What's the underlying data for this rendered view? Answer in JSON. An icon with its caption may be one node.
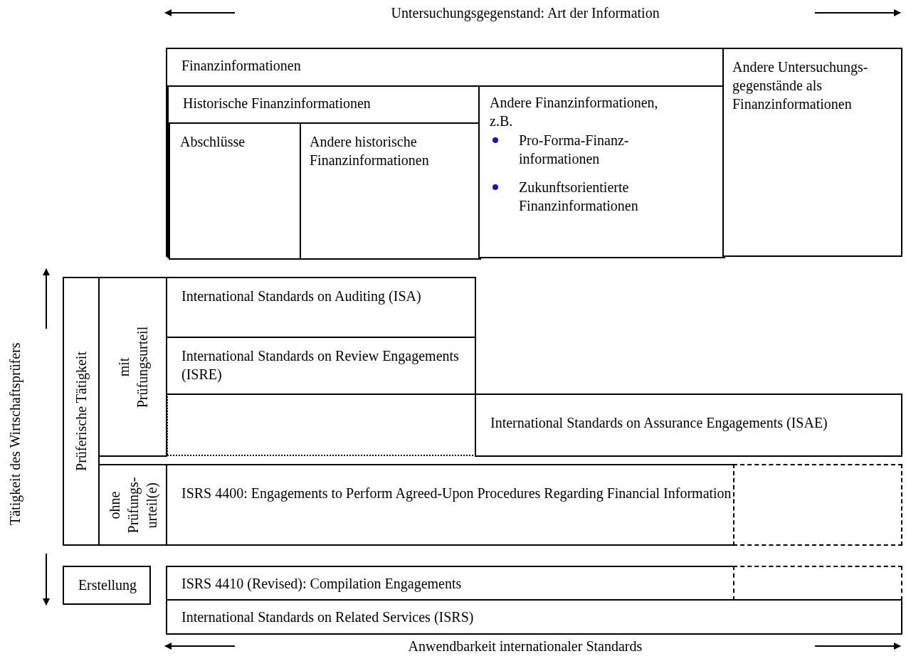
{
  "diagram": {
    "nodes": [
      {
        "text": [
          "Finanzinformationen"
        ]
      },
      {
        "text": [
          "Historische Finanzinformationen"
        ],
        "in": 0
      },
      {
        "text": [
          "Abschlüsse"
        ],
        "in": 1
      },
      {
        "text": [
          "Andere historische Finanzinformationen"
        ],
        "in": 1
      },
      {
        "text": [
          "Andere Finanzinformationen, z.B.",
          "Pro-Forma-Finanz- informationen",
          "Zukunftsorientierte Finanzinformationen"
        ],
        "in": 0
      },
      {
        "text": [
          "Andere Untersuchungs- gegenstände als Finanzinformationen"
        ]
      },
      {
        "text": [
          "Prüferische Tätigkeit"
        ]
      },
      {
        "text": [
          "mit Prüfungsurteil"
        ]
      },
      {
        "text": [
          "ohne Prüfungs- urteil(e)"
        ]
      },
      {
        "text": [
          "International Standards on Auditing (ISA)"
        ]
      },
      {
        "text": [
          "International Standards on Review Engagements (ISRE)"
        ]
      },
      {
        "text": [
          "International Standards on Assurance Engagements (ISAE)"
        ]
      },
      {
        "text": [
          "ISRS 4400: Engagements to Perform Agreed-Upon Procedures Regarding Financial Information"
        ]
      },
      {
        "text": [],
        "shape": "box"
      },
      {
        "text": [
          "Erstellung"
        ]
      },
      {
        "text": [
          "ISRS 4410 (Revised): Compilation Engagements"
        ]
      },
      {
        "text": [],
        "shape": "box"
      },
      {
        "text": [
          "International Standards on Related Services (ISRS)"
        ]
      }
    ],
    "labels": [
      "Untersuchungsgegenstand: Art der Information",
      "Tätigkeit des Wirtschaftsprüfers",
      "Anwendbarkeit internationaler Standards"
    ]
  }
}
